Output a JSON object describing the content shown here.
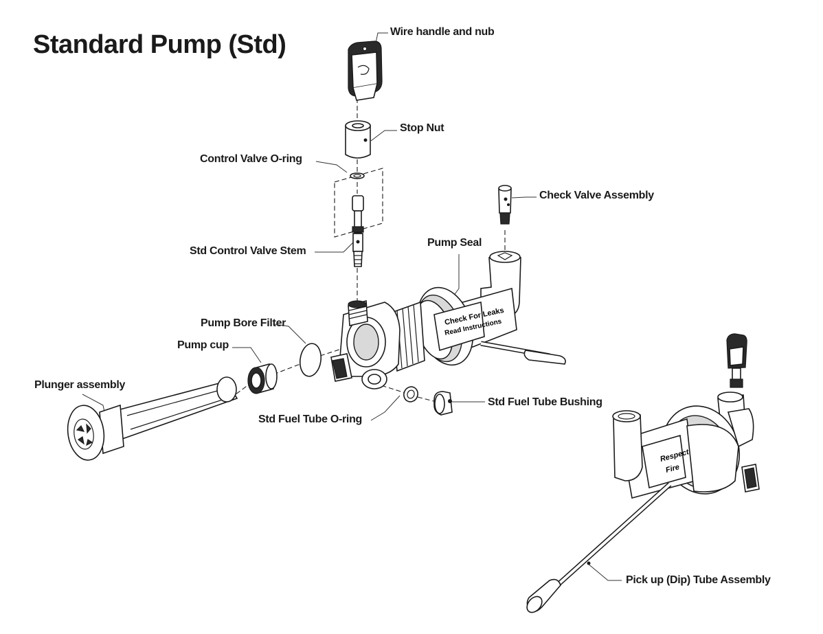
{
  "title": "Standard Pump  (Std)",
  "labels": {
    "wire_handle": "Wire handle and nub",
    "stop_nut": "Stop Nut",
    "control_valve_oring": "Control Valve O-ring",
    "check_valve_assembly": "Check Valve Assembly",
    "std_control_valve_stem": "Std Control Valve Stem",
    "pump_seal": "Pump Seal",
    "pump_bore_filter": "Pump Bore Filter",
    "pump_cup": "Pump cup",
    "plunger_assembly": "Plunger assembly",
    "std_fuel_tube_oring": "Std Fuel Tube O-ring",
    "std_fuel_tube_bushing": "Std Fuel Tube Bushing",
    "pickup_dip_tube": "Pick up (Dip) Tube Assembly"
  },
  "body_text": {
    "collar_line1": "Check For Leaks",
    "collar_line2": "Read Instructions",
    "assembled_line1": "Respect",
    "assembled_line2": "Fire"
  }
}
